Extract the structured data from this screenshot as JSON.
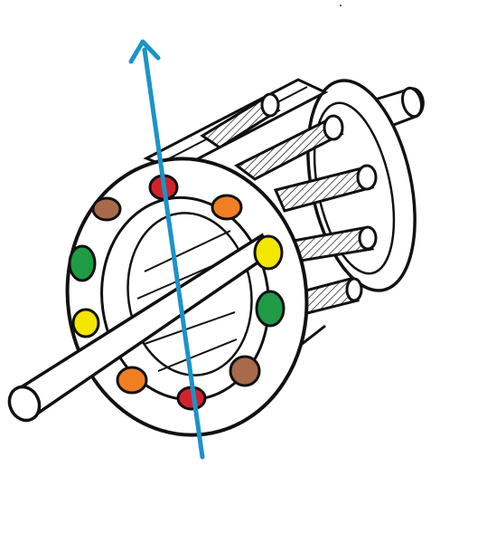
{
  "diagram": {
    "colors": {
      "line": "#111111",
      "fill": "#ffffff",
      "arrow": "#1b93c9",
      "red": "#d2232a",
      "orange": "#ef7f22",
      "brown": "#a86a4a",
      "yellow": "#f3e600",
      "green": "#1f9a45"
    },
    "conductors": [
      "brown",
      "red",
      "orange",
      "yellow",
      "green",
      "brown",
      "red",
      "orange",
      "yellow",
      "green"
    ]
  }
}
